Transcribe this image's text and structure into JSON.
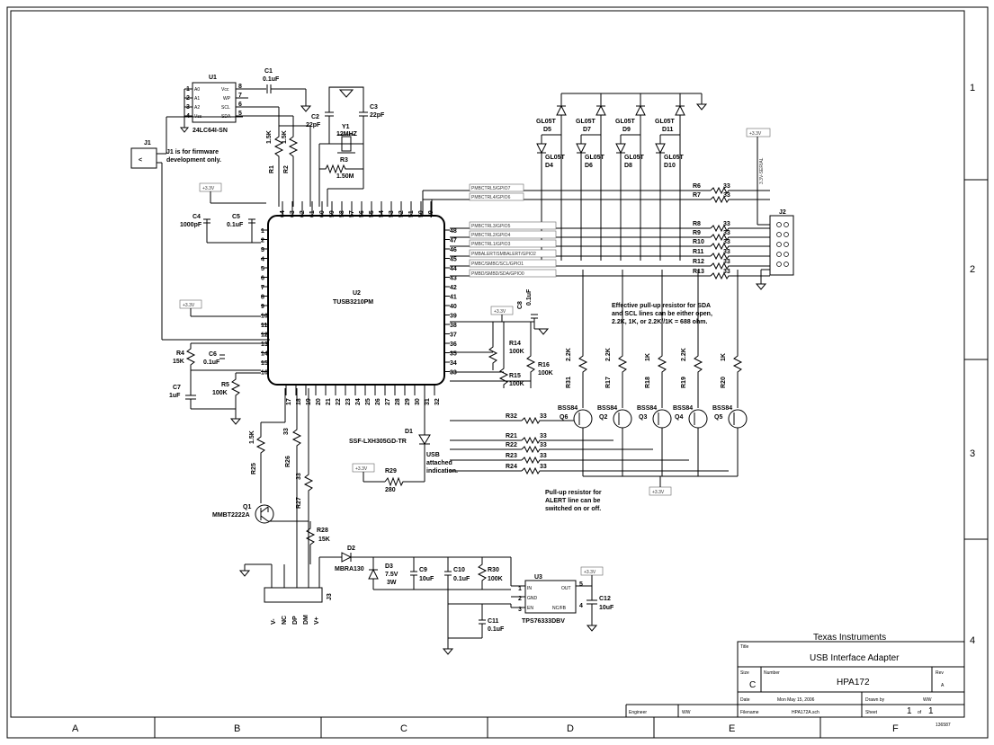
{
  "border": {
    "columns": [
      "A",
      "B",
      "C",
      "D",
      "E",
      "F"
    ],
    "rows": [
      "1",
      "2",
      "3",
      "4"
    ]
  },
  "title_block": {
    "company": "Texas Instruments",
    "title_label": "Title",
    "title": "USB Interface Adapter",
    "size_label": "Size",
    "size": "C",
    "number_label": "Number",
    "number": "HPA172",
    "rev_label": "Rev",
    "rev": "A",
    "date_label": "Date",
    "date": "Mon May 15, 2006",
    "drawn_label": "Drawn by",
    "drawn": "WW",
    "engineer_label": "Engineer",
    "engineer": "WW",
    "file_label": "Filename",
    "file": "HPA172A.sch",
    "sheet_label": "Sheet",
    "sheet": "1",
    "of_label": "of",
    "sheets": "1",
    "drawing_id": "136587"
  },
  "components": {
    "u1": {
      "ref": "U1",
      "part": "24LC64I-SN",
      "pins_left": [
        "A0",
        "A1",
        "A2",
        "Vss"
      ],
      "pins_right": [
        "Vcc",
        "WP",
        "SCL",
        "SDA"
      ],
      "pin_nums_left": [
        "1",
        "2",
        "3",
        "4"
      ],
      "pin_nums_right": [
        "8",
        "7",
        "6",
        "5"
      ]
    },
    "c1": {
      "ref": "C1",
      "val": "0.1uF"
    },
    "c2": {
      "ref": "C2",
      "val": "22pF"
    },
    "c3": {
      "ref": "C3",
      "val": "22pF"
    },
    "y1": {
      "ref": "Y1",
      "val": "12MHZ"
    },
    "r3": {
      "ref": "R3",
      "val": "1.50M"
    },
    "r1": {
      "ref": "R1",
      "val": "1.5K"
    },
    "r2": {
      "ref": "R2",
      "val": "1.5K"
    },
    "j1": {
      "ref": "J1",
      "note1": "J1 is for firmware",
      "note2": "development only."
    },
    "c4": {
      "ref": "C4",
      "val": "1000pF"
    },
    "c5": {
      "ref": "C5",
      "val": "0.1uF"
    },
    "u2": {
      "ref": "U2",
      "part": "TUSB3210PM"
    },
    "r4": {
      "ref": "R4",
      "val": "15K"
    },
    "c6": {
      "ref": "C6",
      "val": "0.1uF"
    },
    "c7": {
      "ref": "C7",
      "val": "1uF"
    },
    "r5": {
      "ref": "R5",
      "val": "100K"
    },
    "c8": {
      "ref": "C8",
      "val": "0.1uF"
    },
    "r14": {
      "ref": "R14",
      "val": "100K"
    },
    "r15": {
      "ref": "R15",
      "val": "100K"
    },
    "r16": {
      "ref": "R16",
      "val": "100K"
    },
    "d1": {
      "ref": "D1",
      "part": "SSF-LXH305GD-TR",
      "note1": "USB",
      "note2": "attached",
      "note3": "indication."
    },
    "r29": {
      "ref": "R29",
      "val": "280"
    },
    "r25": {
      "ref": "R25",
      "val": "1.5K"
    },
    "r26": {
      "ref": "R26",
      "val": "33"
    },
    "r27": {
      "ref": "R27",
      "val": "33"
    },
    "r28": {
      "ref": "R28",
      "val": "15K"
    },
    "q1": {
      "ref": "Q1",
      "part": "MMBT2222A"
    },
    "d2": {
      "ref": "D2",
      "part": "MBRA130"
    },
    "d3": {
      "ref": "D3",
      "val1": "7.5V",
      "val2": "3W"
    },
    "c9": {
      "ref": "C9",
      "val": "10uF"
    },
    "c10": {
      "ref": "C10",
      "val": "0.1uF"
    },
    "r30": {
      "ref": "R30",
      "val": "100K"
    },
    "c11": {
      "ref": "C11",
      "val": "0.1uF"
    },
    "u3": {
      "ref": "U3",
      "part": "TPS76333DBV",
      "pins": [
        "IN",
        "GND",
        "EN",
        "OUT",
        "NC/FB"
      ],
      "pin_nums": [
        "1",
        "2",
        "3",
        "5",
        "4"
      ]
    },
    "c12": {
      "ref": "C12",
      "val": "10uF"
    },
    "j2": {
      "ref": "J2"
    },
    "j3": {
      "ref": "J3",
      "pins": [
        "V-",
        "NC",
        "DP",
        "DM",
        "V+"
      ]
    },
    "diodes_top": [
      {
        "ref": "D5",
        "part": "GL05T"
      },
      {
        "ref": "D7",
        "part": "GL05T"
      },
      {
        "ref": "D9",
        "part": "GL05T"
      },
      {
        "ref": "D11",
        "part": "GL05T"
      }
    ],
    "diodes_bot": [
      {
        "ref": "D4",
        "part": "GL05T"
      },
      {
        "ref": "D6",
        "part": "GL05T"
      },
      {
        "ref": "D8",
        "part": "GL05T"
      },
      {
        "ref": "D10",
        "part": "GL05T"
      }
    ],
    "series_r": [
      {
        "ref": "R6",
        "val": "33"
      },
      {
        "ref": "R7",
        "val": "33"
      },
      {
        "ref": "R8",
        "val": "33"
      },
      {
        "ref": "R9",
        "val": "33"
      },
      {
        "ref": "R10",
        "val": "33"
      },
      {
        "ref": "R11",
        "val": "33"
      },
      {
        "ref": "R12",
        "val": "33"
      },
      {
        "ref": "R13",
        "val": "33"
      }
    ],
    "pullups": [
      {
        "ref": "R31",
        "val": "2.2K"
      },
      {
        "ref": "R17",
        "val": "2.2K"
      },
      {
        "ref": "R18",
        "val": "1K"
      },
      {
        "ref": "R19",
        "val": "2.2K"
      },
      {
        "ref": "R20",
        "val": "1K"
      }
    ],
    "fets": [
      {
        "ref": "Q6",
        "part": "BSS84"
      },
      {
        "ref": "Q2",
        "part": "BSS84"
      },
      {
        "ref": "Q3",
        "part": "BSS84"
      },
      {
        "ref": "Q4",
        "part": "BSS84"
      },
      {
        "ref": "Q5",
        "part": "BSS84"
      }
    ],
    "gate_r": [
      {
        "ref": "R32",
        "val": "33"
      },
      {
        "ref": "R21",
        "val": "33"
      },
      {
        "ref": "R22",
        "val": "33"
      },
      {
        "ref": "R23",
        "val": "33"
      },
      {
        "ref": "R24",
        "val": "33"
      }
    ]
  },
  "nets": {
    "v33": "+3.3V",
    "v33_pulled": "3.3V-SERIAL",
    "pm_top": [
      "PMBCTRL5/GPIO7",
      "PMBCTRL4/GPIO6"
    ],
    "pm_list": [
      "PMBCTRL3/GPIO5",
      "PMBCTRL2/GPIO4",
      "PMBCTRL1/GPIO3",
      "PMBALERT/SMBALERT/GPIO2",
      "PMBC/SMBC/SCL/GPIO1",
      "PMBD/SMBD/SDA/GPIO0"
    ]
  },
  "notes": {
    "pullup_sda_1": "Effective pull-up resistor for SDA",
    "pullup_sda_2": "and SCL lines can be either open,",
    "pullup_sda_3": "2.2K, 1K, or 2.2K//1K = 688 ohm.",
    "alert_1": "Pull-up resistor for",
    "alert_2": "ALERT line can be",
    "alert_3": "switched on or off."
  },
  "u2_pins": {
    "top": [
      "64",
      "63",
      "62",
      "61",
      "60",
      "59",
      "58",
      "57",
      "56",
      "55",
      "54",
      "53",
      "52",
      "51",
      "50",
      "49"
    ],
    "left": [
      "1",
      "2",
      "3",
      "4",
      "5",
      "6",
      "7",
      "8",
      "9",
      "10",
      "11",
      "12",
      "13",
      "14",
      "15",
      "16"
    ],
    "right": [
      "48",
      "47",
      "46",
      "45",
      "44",
      "43",
      "42",
      "41",
      "40",
      "39",
      "38",
      "37",
      "36",
      "35",
      "34",
      "33"
    ],
    "bottom": [
      "17",
      "18",
      "19",
      "20",
      "21",
      "22",
      "23",
      "24",
      "25",
      "26",
      "27",
      "28",
      "29",
      "30",
      "31",
      "32"
    ]
  }
}
